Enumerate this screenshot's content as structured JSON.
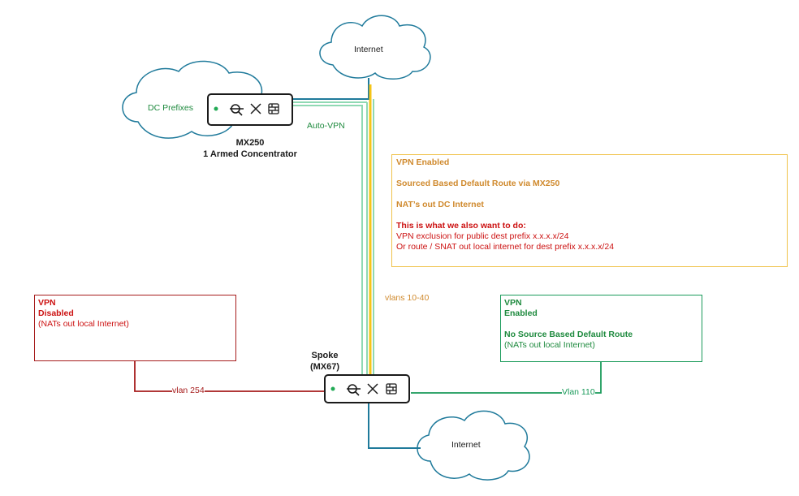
{
  "colors": {
    "dark_text": "#1a1a1a",
    "teal": "#1f7a9b",
    "light_green": "#8fd9b3",
    "yellow": "#f5c518",
    "orange_text": "#d08a2e",
    "box_orange_border": "#f0c24a",
    "red": "#a61c1c",
    "red_text": "#cc1111",
    "green": "#1a9a5a",
    "green_text": "#1e8a3e"
  },
  "clouds": {
    "internet_top": "Internet",
    "dc_prefixes": "DC Prefixes",
    "internet_bottom": "Internet"
  },
  "devices": {
    "mx250": {
      "line1": "MX250",
      "line2": "1 Armed Concentrator"
    },
    "spoke": {
      "line1": "Spoke",
      "line2": "(MX67)"
    }
  },
  "links": {
    "auto_vpn": "Auto-VPN",
    "vlans": "vlans 10-40",
    "vlan254": "vlan 254",
    "vlan110": "Vlan 110"
  },
  "info_box": {
    "l1": "VPN Enabled",
    "l2": "Sourced Based Default Route via MX250",
    "l3": "NAT’s out DC Internet",
    "l4": "This is what we also want to do:",
    "l5": "VPN exclusion for public dest prefix x.x.x.x/24",
    "l6": "Or route / SNAT out local internet for dest prefix x.x.x.x/24"
  },
  "left_box": {
    "l1": "VPN",
    "l2": "Disabled",
    "l3": "(NATs out local Internet)"
  },
  "right_box": {
    "l1": "VPN",
    "l2": "Enabled",
    "l3": "No Source Based Default Route",
    "l4": "(NATs out local Internet)"
  }
}
